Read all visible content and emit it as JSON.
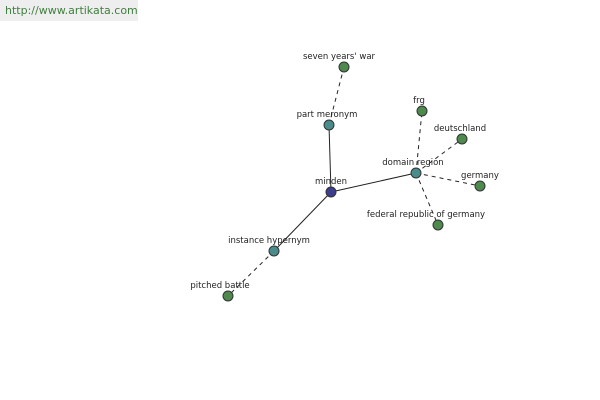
{
  "watermark": "http://www.artikata.com",
  "colors": {
    "center_node": "#3c3d8f",
    "relation_node": "#4a8c8c",
    "term_node": "#4e8a4e",
    "edge": "#222222"
  },
  "nodes": {
    "minden": "minden",
    "part_meronym": "part meronym",
    "seven_years_war": "seven years' war",
    "domain_region": "domain region",
    "frg": "frg",
    "deutschland": "deutschland",
    "germany": "germany",
    "federal_republic_of_germany": "federal republic of germany",
    "instance_hypernym": "instance hypernym",
    "pitched_battle": "pitched battle"
  }
}
